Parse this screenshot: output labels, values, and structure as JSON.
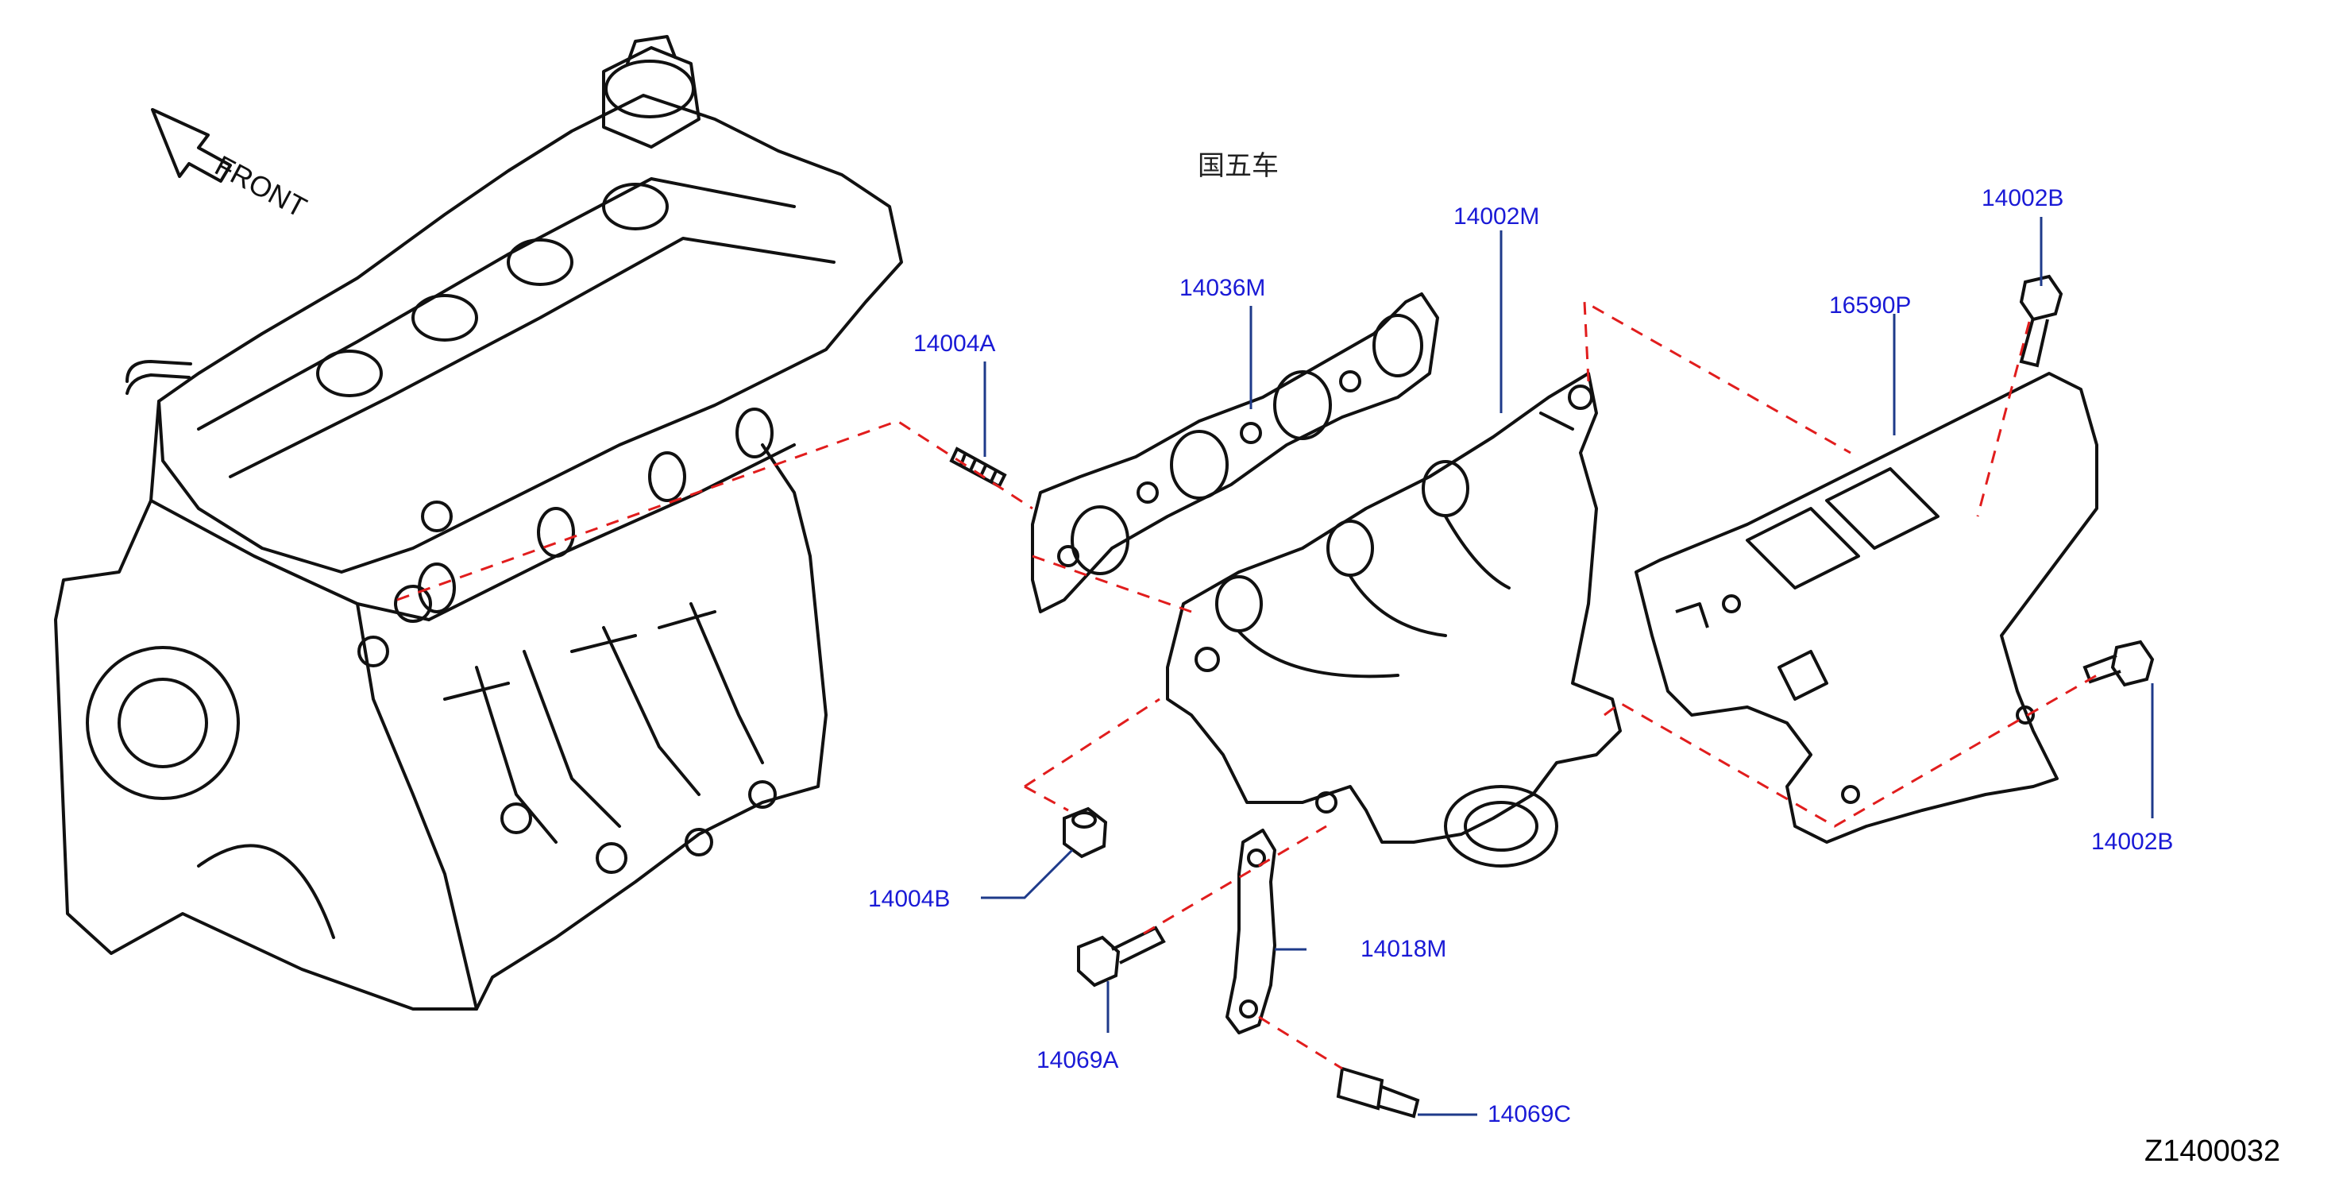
{
  "diagram": {
    "direction_label": "FRONT",
    "note": "国五车",
    "document_id": "Z1400032",
    "part_numbers": [
      "14004A",
      "14036M",
      "14002M",
      "14002B",
      "16590P",
      "14004B",
      "14018M",
      "14069A",
      "14069C",
      "14002B"
    ],
    "colors": {
      "line_art": "#111111",
      "callout_text": "#1a1ad6",
      "leader_line": "#1e3a8a",
      "alignment_dashes": "#e11d1d"
    }
  }
}
